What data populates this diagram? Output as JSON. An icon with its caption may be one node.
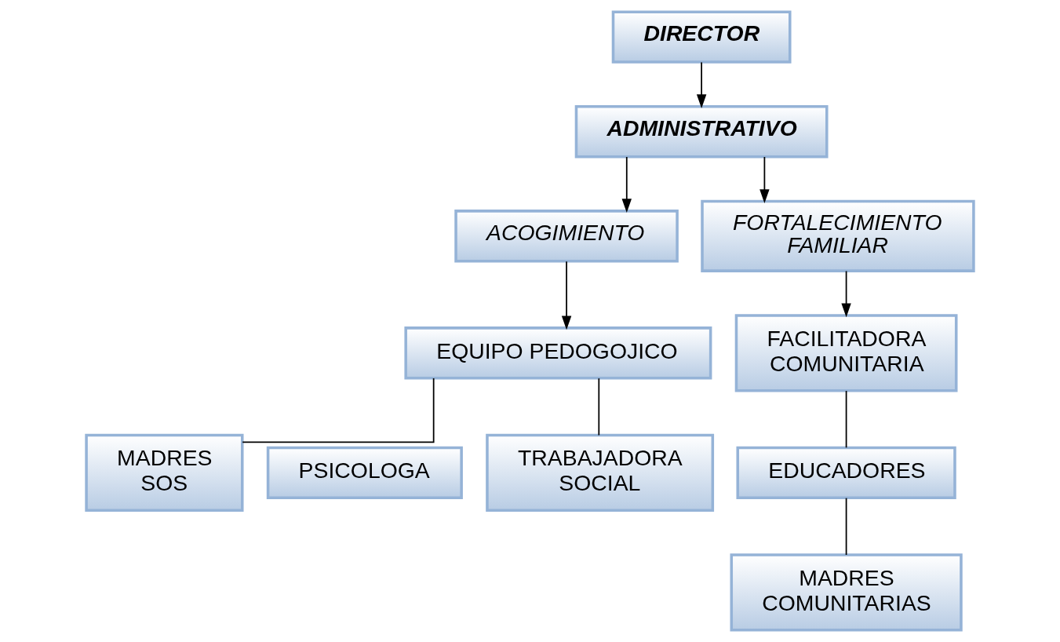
{
  "diagram": {
    "nodes": [
      {
        "text": [
          "DIRECTOR"
        ]
      },
      {
        "text": [
          "ADMINISTRATIVO"
        ]
      },
      {
        "text": [
          "ACOGIMIENTO"
        ]
      },
      {
        "text": [
          "FORTALECIMIENTO FAMILIAR"
        ]
      },
      {
        "text": [
          "EQUIPO PEDOGOJICO"
        ]
      },
      {
        "text": [
          "FACILITADORA COMUNITARIA"
        ]
      },
      {
        "text": [
          "MADRES SOS"
        ]
      },
      {
        "text": [
          "PSICOLOGA"
        ]
      },
      {
        "text": [
          "TRABAJADORA SOCIAL"
        ]
      },
      {
        "text": [
          "EDUCADORES"
        ]
      },
      {
        "text": [
          "MADRES COMUNITARIAS"
        ]
      }
    ],
    "edges": [
      {
        "from": 0,
        "to": 1,
        "arrow": "to"
      },
      {
        "from": 1,
        "to": 2,
        "arrow": "to"
      },
      {
        "from": 1,
        "to": 3,
        "arrow": "to"
      },
      {
        "from": 2,
        "to": 4,
        "arrow": "to"
      },
      {
        "from": 3,
        "to": 5,
        "arrow": "to"
      },
      {
        "from": 4,
        "to": 6,
        "arrow": "none"
      },
      {
        "from": 4,
        "to": 8,
        "arrow": "none"
      },
      {
        "from": 5,
        "to": 9,
        "arrow": "none"
      },
      {
        "from": 9,
        "to": 10,
        "arrow": "none"
      }
    ]
  }
}
